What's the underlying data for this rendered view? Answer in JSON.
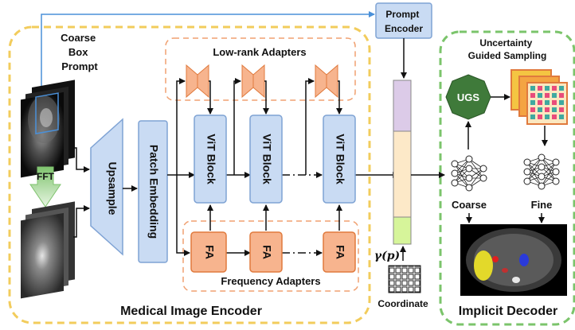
{
  "labels": {
    "coarse_box_prompt": [
      "Coarse",
      "Box",
      "Prompt"
    ],
    "fft": "FFT",
    "upsample": "Upsample",
    "patch_embedding": "Patch Embedding",
    "low_rank_adapters": "Low-rank Adapters",
    "vit_block": "ViT Block",
    "fa": "FA",
    "frequency_adapters": "Frequency Adapters",
    "prompt_encoder": [
      "Prompt",
      "Encoder"
    ],
    "gamma_p": "γ(p)",
    "coordinate": "Coordinate",
    "uncertainty_guided_sampling": [
      "Uncertainty",
      "Guided Sampling"
    ],
    "ugs": "UGS",
    "coarse": "Coarse",
    "fine": "Fine",
    "medical_image_encoder": "Medical Image Encoder",
    "implicit_decoder": "Implicit Decoder"
  },
  "colors": {
    "encoder_border": "#f2cc5c",
    "decoder_border": "#7bc46b",
    "adapter_border": "#f0a070",
    "block_fill": "#c9dbf3",
    "block_stroke": "#7fa3d4",
    "fa_fill": "#f7b48e",
    "fa_stroke": "#e07a3d",
    "ugs_fill": "#3f7a3a",
    "arrow": "#111111",
    "prompt_line": "#4a90d9"
  }
}
